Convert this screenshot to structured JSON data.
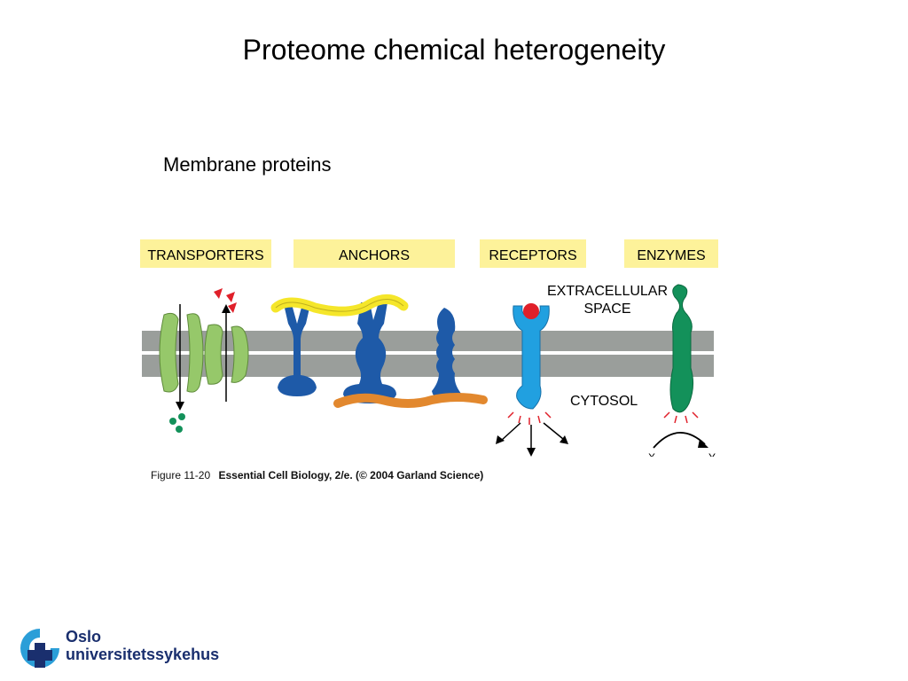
{
  "slide": {
    "title": "Proteome chemical heterogeneity",
    "subtitle": "Membrane proteins"
  },
  "figure": {
    "category_labels": [
      "TRANSPORTERS",
      "ANCHORS",
      "RECEPTORS",
      "ENZYMES"
    ],
    "region_labels": {
      "extracellular_line1": "EXTRACELLULAR",
      "extracellular_line2": "SPACE",
      "cytosol": "CYTOSOL"
    },
    "enzyme_substrate": "X",
    "enzyme_product": "Y",
    "colors": {
      "label_bg": "#fdf29a",
      "membrane": "#9a9e9b",
      "transporter": "#96c86a",
      "anchor": "#1e5aa8",
      "receptor": "#21a0e0",
      "enzyme": "#13915a",
      "yellow_chain": "#f5e62a",
      "orange_chain": "#e2882e",
      "ligand": "#e0202a"
    }
  },
  "caption": {
    "figure_number": "Figure 11-20",
    "source": "Essential Cell Biology, 2/e. (© 2004 Garland Science)"
  },
  "logo": {
    "line1": "Oslo",
    "line2": "universitetssykehus",
    "icon": "oslo-cross-icon",
    "color": "#1a2f6e",
    "accent": "#2b9ed8"
  }
}
